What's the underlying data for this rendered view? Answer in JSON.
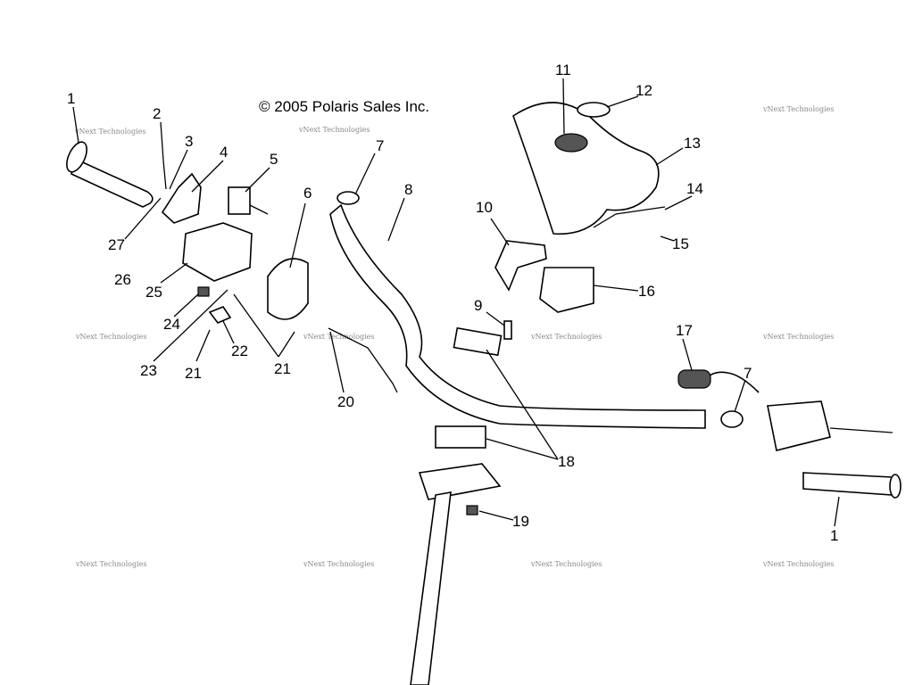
{
  "copyright": "© 2005 Polaris Sales Inc.",
  "watermark": "vNext Technologies",
  "callouts": [
    "1",
    "2",
    "3",
    "4",
    "5",
    "6",
    "7",
    "8",
    "9",
    "10",
    "11",
    "12",
    "13",
    "14",
    "15",
    "16",
    "17",
    "7",
    "18",
    "19",
    "20",
    "21",
    "22",
    "21",
    "23",
    "24",
    "25",
    "26",
    "27",
    "1"
  ]
}
